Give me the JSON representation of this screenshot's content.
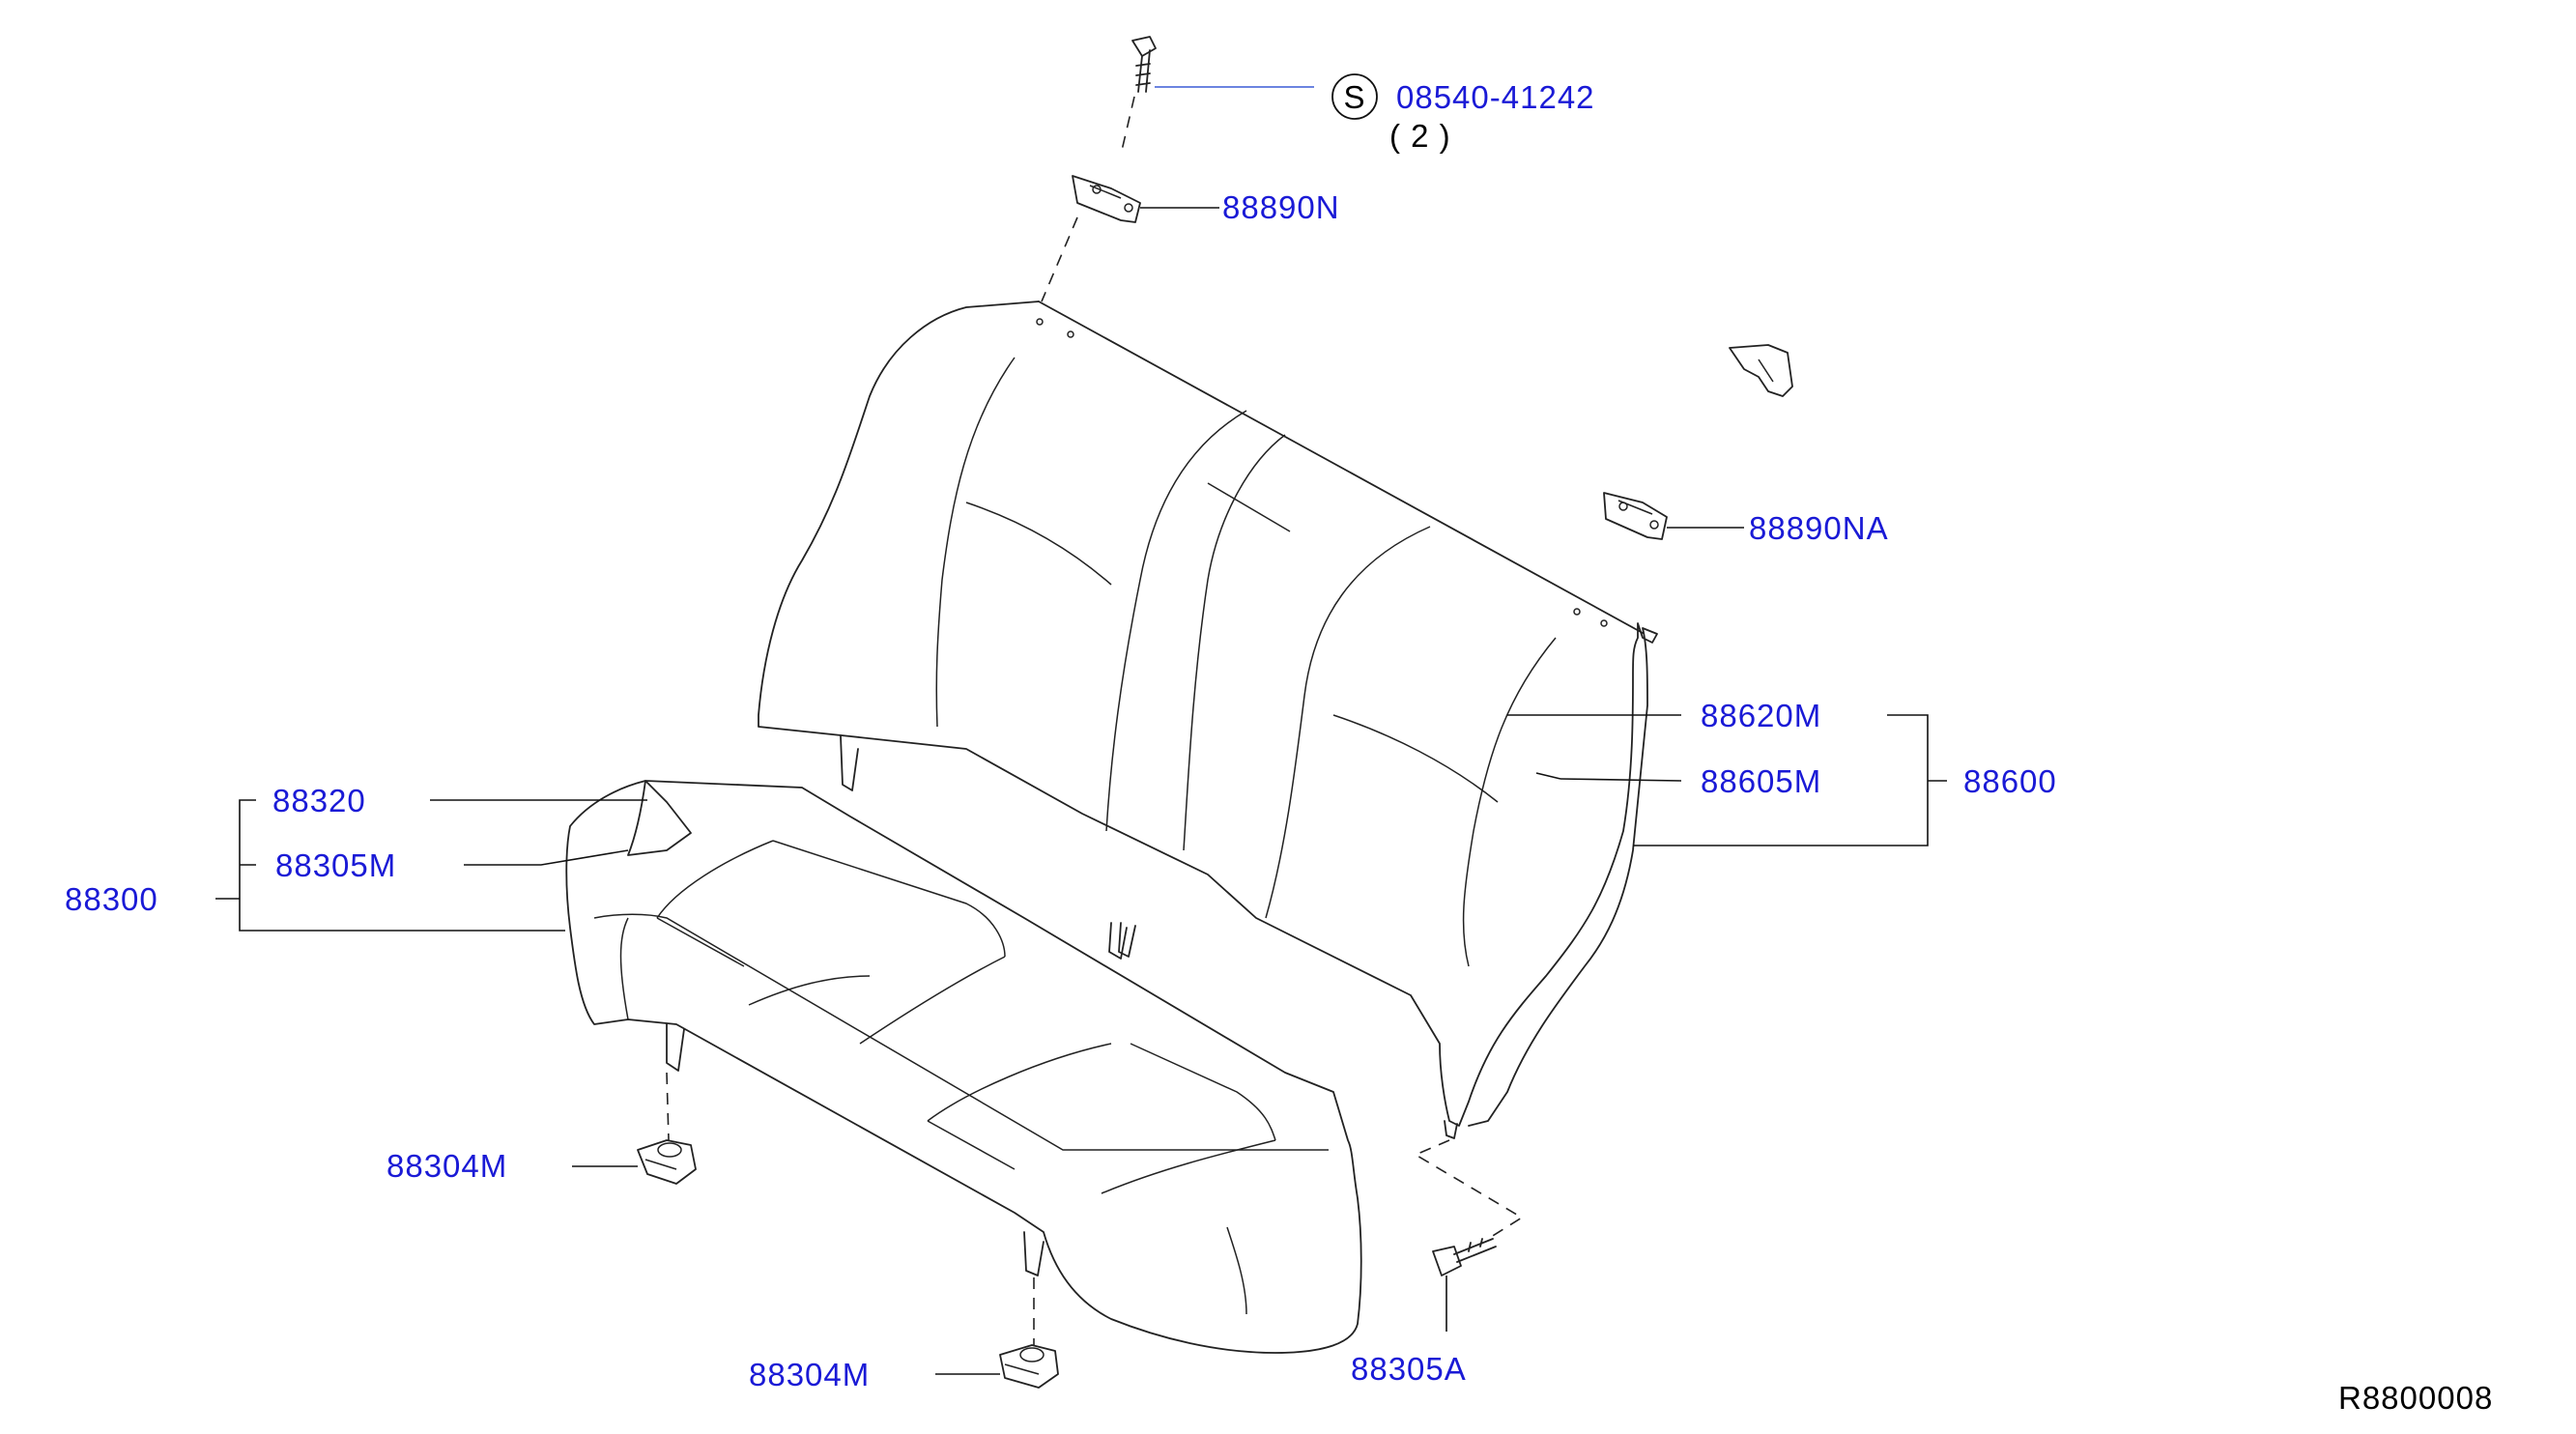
{
  "colors": {
    "label": "#1a1ad6",
    "code": "#000000",
    "line": "#222222",
    "callout_line": "#3b5bd6"
  },
  "labels": {
    "screw_part": "08540-41242",
    "screw_qty": "( 2 )",
    "screw_symbol": "S",
    "bracket_upper": "88890N",
    "bracket_right": "88890NA",
    "back_cover_a": "88620M",
    "back_trim": "88605M",
    "back_assy": "88600",
    "cushion_cover": "88320",
    "cushion_trim": "88305M",
    "cushion_assy": "88300",
    "hook_left": "88304M",
    "hook_bottom": "88304M",
    "bolt": "88305A"
  },
  "diagram_code": "R8800008"
}
